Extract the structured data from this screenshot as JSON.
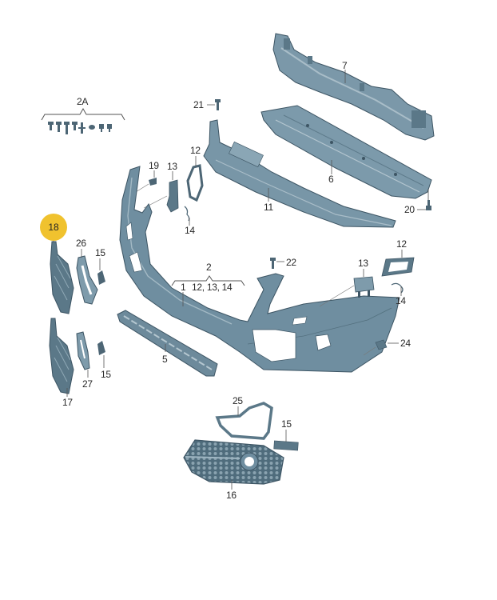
{
  "diagram": {
    "title": "Front bumper exploded parts diagram",
    "colors": {
      "part_fill": "#6f8ea0",
      "part_light": "#9fb6c2",
      "part_dark": "#3d5564",
      "highlight": "#f0c22e",
      "line": "#555555"
    },
    "highlighted_part": "18",
    "labels": {
      "l2A": "2A",
      "l7": "7",
      "l21": "21",
      "l6": "6",
      "l12a": "12",
      "l19": "19",
      "l13a": "13",
      "l14a": "14",
      "l11": "11",
      "l20": "20",
      "l18": "18",
      "l26": "26",
      "l15a": "15",
      "l2": "2",
      "l1": "1",
      "l12_13_14": "12, 13, 14",
      "l22": "22",
      "l13b": "13",
      "l12b": "12",
      "l14b": "14",
      "l24": "24",
      "l5": "5",
      "l15b": "15",
      "l27": "27",
      "l17": "17",
      "l25": "25",
      "l15c": "15",
      "l16": "16"
    }
  }
}
